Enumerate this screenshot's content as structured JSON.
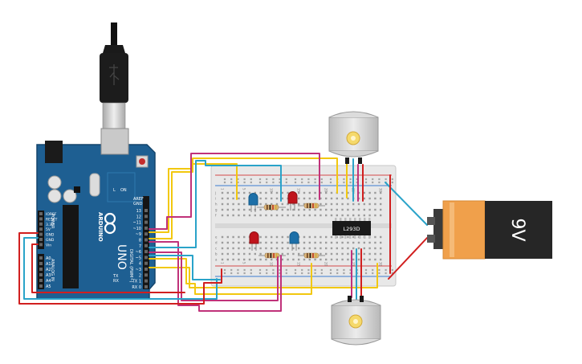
{
  "arduino": {
    "brand": "ARDUINO",
    "model": "UNO",
    "aref_label": "AREF",
    "gnd_label": "GND",
    "digital_pins": [
      "13",
      "12",
      "~11",
      "~10",
      "~9",
      "8",
      "7",
      "~6",
      "~5",
      "4",
      "~3",
      "2",
      "TX 1",
      "RX 0"
    ],
    "power_pins": [
      "IOREF",
      "RESET",
      "3.3V",
      "5V",
      "GND",
      "GND",
      "Vin"
    ],
    "analog_pins": [
      "A0",
      "A1",
      "A2",
      "A3",
      "A4",
      "A5"
    ],
    "digital_caption": "DIGITAL (PWM~)",
    "power_caption": "POWER",
    "analog_caption": "ANALOG IN",
    "tx_label": "TX",
    "rx_label": "RX",
    "l_label": "L",
    "on_label": "ON"
  },
  "breadboard": {
    "column_numbers": [
      "1",
      "5",
      "10",
      "15",
      "20",
      "25",
      "30"
    ],
    "row_letters_top": [
      "j",
      "i",
      "h",
      "g",
      "f"
    ],
    "row_letters_bottom": [
      "e",
      "d",
      "c",
      "b",
      "a"
    ]
  },
  "chip": {
    "label": "L293D"
  },
  "battery": {
    "label": "9V"
  },
  "colors": {
    "wire_yellow": "#f2c80f",
    "wire_red": "#d11f1f",
    "wire_magenta": "#c0327a",
    "wire_blue": "#2aa3c9",
    "arduino_board": "#1e5f92",
    "battery_orange": "#f0a04b",
    "led_red": "#c0141c",
    "led_blue": "#1c6fa8"
  }
}
